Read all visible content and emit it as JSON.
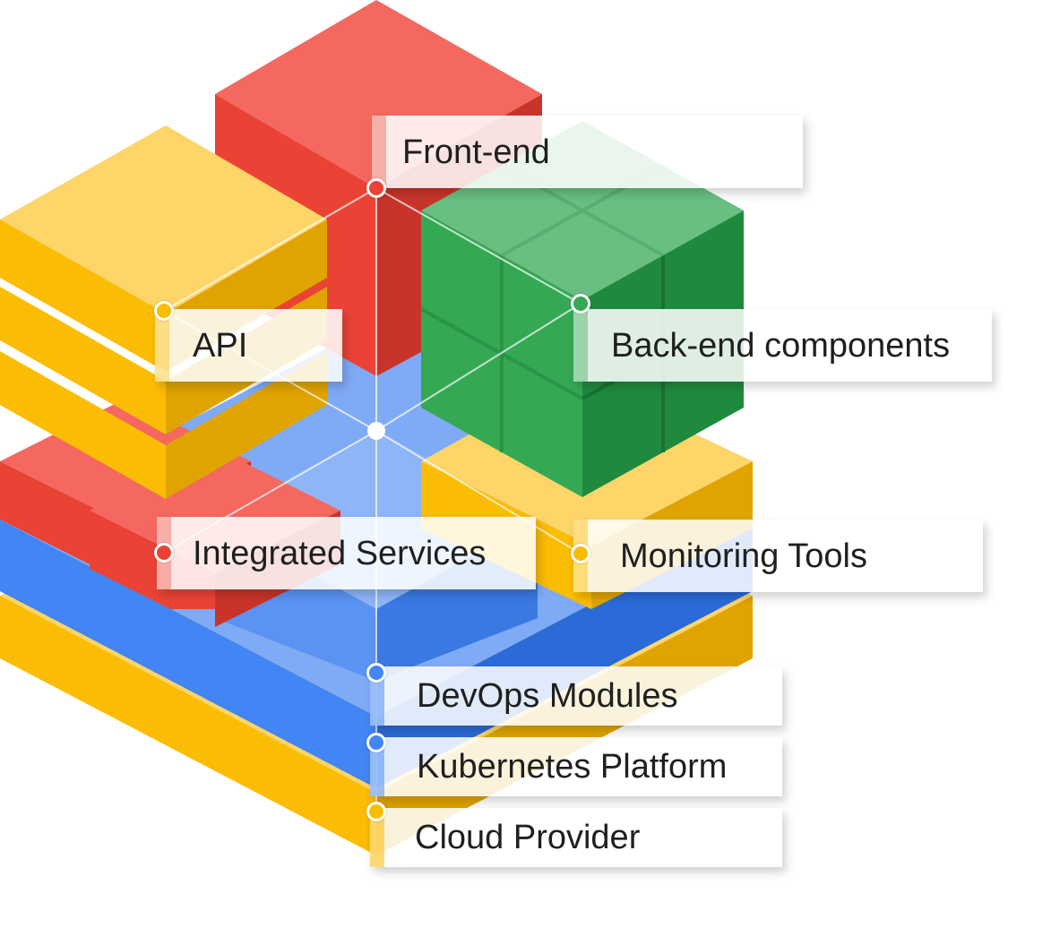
{
  "labels": {
    "frontend": {
      "text": "Front-end",
      "color": "#ea4335"
    },
    "api": {
      "text": "API",
      "color": "#fbbc04"
    },
    "backend": {
      "text": "Back-end components",
      "color": "#34a853"
    },
    "integrated": {
      "text": "Integrated Services",
      "color": "#ea4335"
    },
    "monitoring": {
      "text": "Monitoring Tools",
      "color": "#fbbc04"
    },
    "devops": {
      "text": "DevOps Modules",
      "color": "#4285f4"
    },
    "kubernetes": {
      "text": "Kubernetes Platform",
      "color": "#4285f4"
    },
    "cloud": {
      "text": "Cloud Provider",
      "color": "#fbbc04"
    }
  },
  "colors": {
    "red": "#ea4335",
    "yellow": "#fbbc04",
    "green": "#34a853",
    "blue": "#4285f4"
  }
}
